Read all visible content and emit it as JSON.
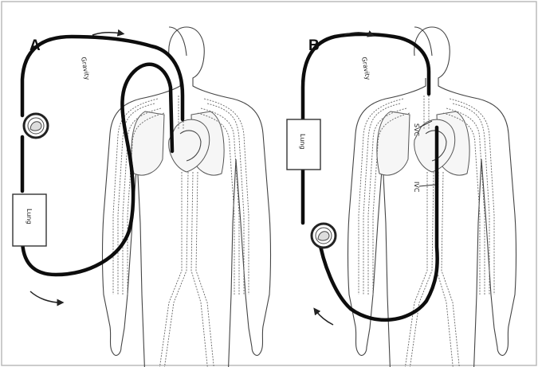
{
  "panel_a": {
    "label": "A",
    "gravity_text": "Gravity",
    "lung_text": "Lung"
  },
  "panel_b": {
    "label": "B",
    "gravity_text": "Gravity",
    "lung_text": "Lung",
    "svc_text": "SVC",
    "ivc_text": "IVC"
  },
  "colors": {
    "tubing": "#0d0d0d",
    "outline": "#444444",
    "frame": "#bbbbbb"
  }
}
